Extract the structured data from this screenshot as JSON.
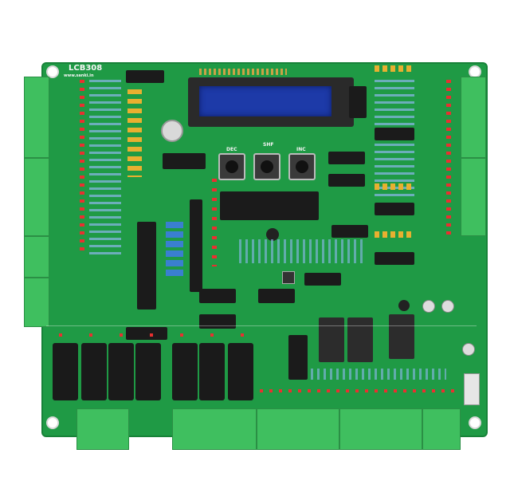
{
  "board": {
    "model": "LCB308",
    "url": "www.sanki.in",
    "buttons": [
      {
        "id": "dec",
        "label": "DEC"
      },
      {
        "id": "shf",
        "label": "SHF"
      },
      {
        "id": "inc",
        "label": "INC"
      }
    ],
    "colors": {
      "pcb": "#1f9a45",
      "terminal": "#3fbf5f",
      "lcd": "#1d3aa8",
      "led": "#e83030",
      "component": "#1b1b1b"
    }
  }
}
